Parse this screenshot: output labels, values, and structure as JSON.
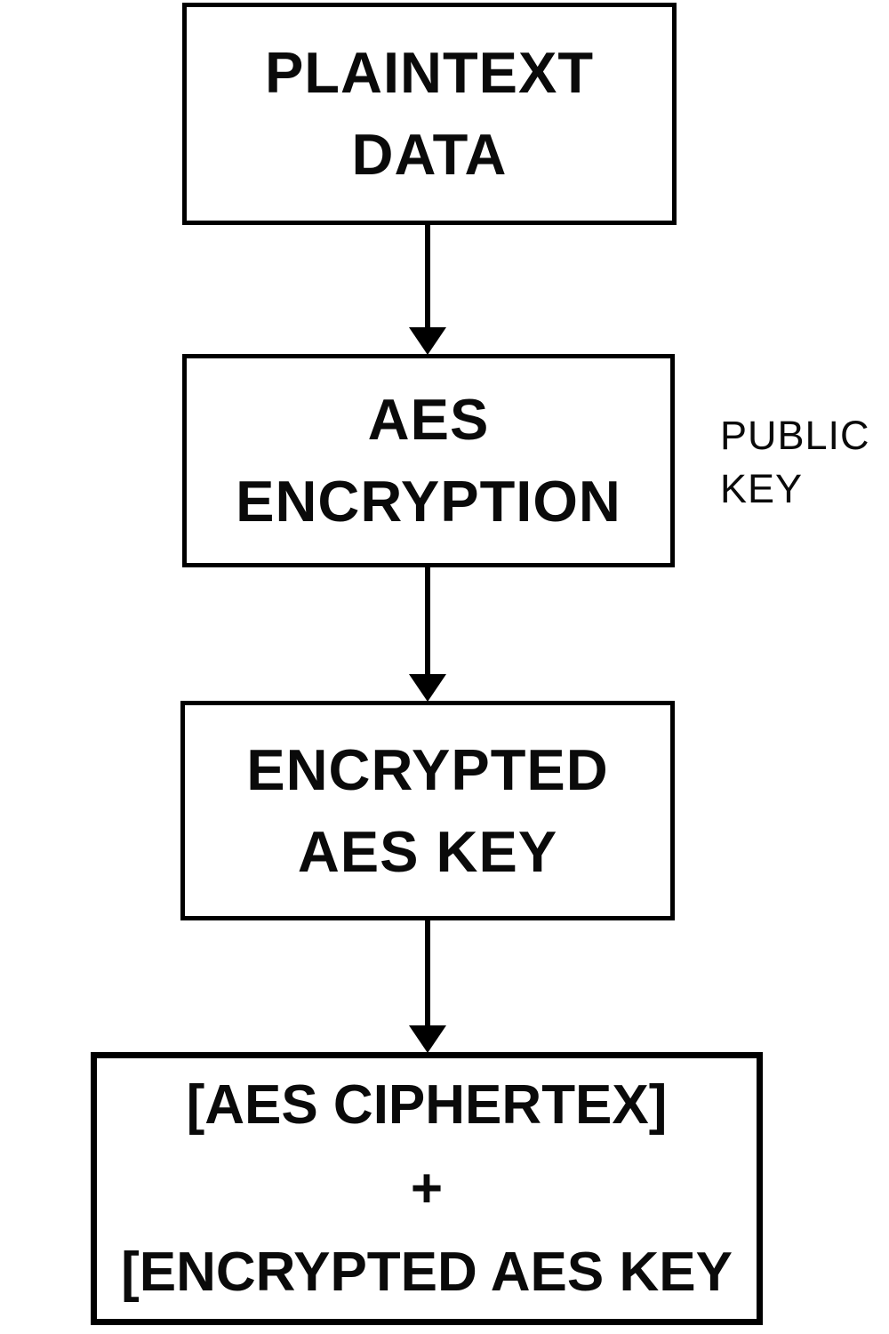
{
  "diagram": {
    "background_color": "#ffffff",
    "stroke_color": "#000000",
    "nodes": [
      {
        "id": "plaintext-data",
        "lines": [
          "PLAINTEXT",
          "DATA"
        ]
      },
      {
        "id": "aes-encryption",
        "lines": [
          "AES",
          "ENCRYPTION"
        ]
      },
      {
        "id": "encrypted-aes-key",
        "lines": [
          "ENCRYPTED",
          "AES KEY"
        ]
      },
      {
        "id": "ciphertext-output",
        "lines": [
          "[AES CIPHERTEX]",
          "+",
          "[ENCRYPTED AES KEY"
        ]
      }
    ],
    "annotations": [
      {
        "id": "public-key",
        "lines": [
          "PUBLIC",
          "KEY"
        ]
      }
    ],
    "arrows": [
      {
        "from": "plaintext-data",
        "to": "aes-encryption"
      },
      {
        "from": "aes-encryption",
        "to": "encrypted-aes-key"
      },
      {
        "from": "encrypted-aes-key",
        "to": "ciphertext-output"
      }
    ]
  }
}
